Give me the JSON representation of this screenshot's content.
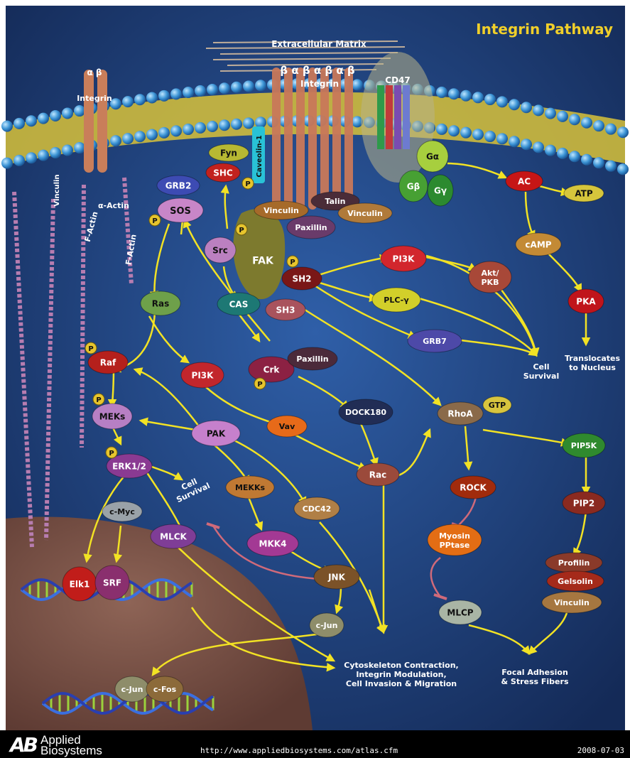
{
  "title": "Integrin Pathway",
  "labels": {
    "extracellular_matrix": "Extracellular Matrix",
    "integrin_left": "Integrin",
    "integrin_center": "Integrin",
    "alpha": "α",
    "beta": "β",
    "alpha_beta_left": "α  β",
    "ab_sequence": "β α β α β α β",
    "cd47": "CD47",
    "caveolin": "Caveolin-1",
    "fyn": "Fyn",
    "shc": "SHC",
    "grb2": "GRB2",
    "sos": "SOS",
    "vinculin_left": "Vinculin",
    "alpha_actin": "α-Actin",
    "f_actin_1": "F-Actin",
    "f_actin_2": "F-Actin",
    "ras": "Ras",
    "raf": "Raf",
    "meks": "MEKs",
    "erk": "ERK1/2",
    "cell_survival_left": "Cell\nSurvival",
    "cmyc": "c-Myc",
    "mlck": "MLCK",
    "elk1": "Elk1",
    "srf": "SRF",
    "src": "Src",
    "fak": "FAK",
    "cas": "CAS",
    "sh3": "SH3",
    "sh2": "SH2",
    "pi3k_left": "PI3K",
    "crk": "Crk",
    "paxillin_center": "Paxillin",
    "pak": "PAK",
    "vav": "Vav",
    "dock180": "DOCK180",
    "mekks": "MEKKs",
    "mkk4": "MKK4",
    "cdc42": "CDC42",
    "jnk": "JNK",
    "cjun_1": "c-Jun",
    "cjun_2": "c-Jun",
    "cfos": "c-Fos",
    "rac": "Rac",
    "vinculin_top_1": "Vinculin",
    "vinculin_top_2": "Vinculin",
    "talin": "Talin",
    "paxillin_top": "Paxillin",
    "galpha": "Gα",
    "gbeta": "Gβ",
    "ggamma": "Gγ",
    "ac": "AC",
    "atp": "ATP",
    "camp": "cAMP",
    "pka": "PKA",
    "translocates": "Translocates\nto Nucleus",
    "pi3k_right": "PI3K",
    "akt": "Akt/\nPKB",
    "plcg": "PLC-γ",
    "grb7": "GRB7",
    "cell_survival_right": "Cell\nSurvival",
    "rhoa": "RhoA",
    "gtp": "GTP",
    "pip5k": "PIP5K",
    "rock": "ROCK",
    "myosin": "Myosin\nPPtase",
    "mlcp": "MLCP",
    "pip2": "PIP2",
    "profilin": "Profilin",
    "gelsolin": "Gelsolin",
    "vinculin_right": "Vinculin",
    "cytoskeleton": "Cytoskeleton Contraction,\nIntegrin Modulation,\nCell Invasion & Migration",
    "focal": "Focal Adhesion\n& Stress Fibers",
    "p": "P"
  },
  "footer": {
    "brand_mark": "AB",
    "brand_line1": "Applied",
    "brand_line2": "Biosystems",
    "url": "http://www.appliedbiosystems.com/atlas.cfm",
    "date": "2008-07-03"
  },
  "colors": {
    "background": "#1f3f7a",
    "arrow": "#f2e224",
    "title": "#f0cf2a",
    "membrane": "#4aa3e0",
    "nucleus": "#7a5148",
    "inhibit": "#d06a7a"
  }
}
